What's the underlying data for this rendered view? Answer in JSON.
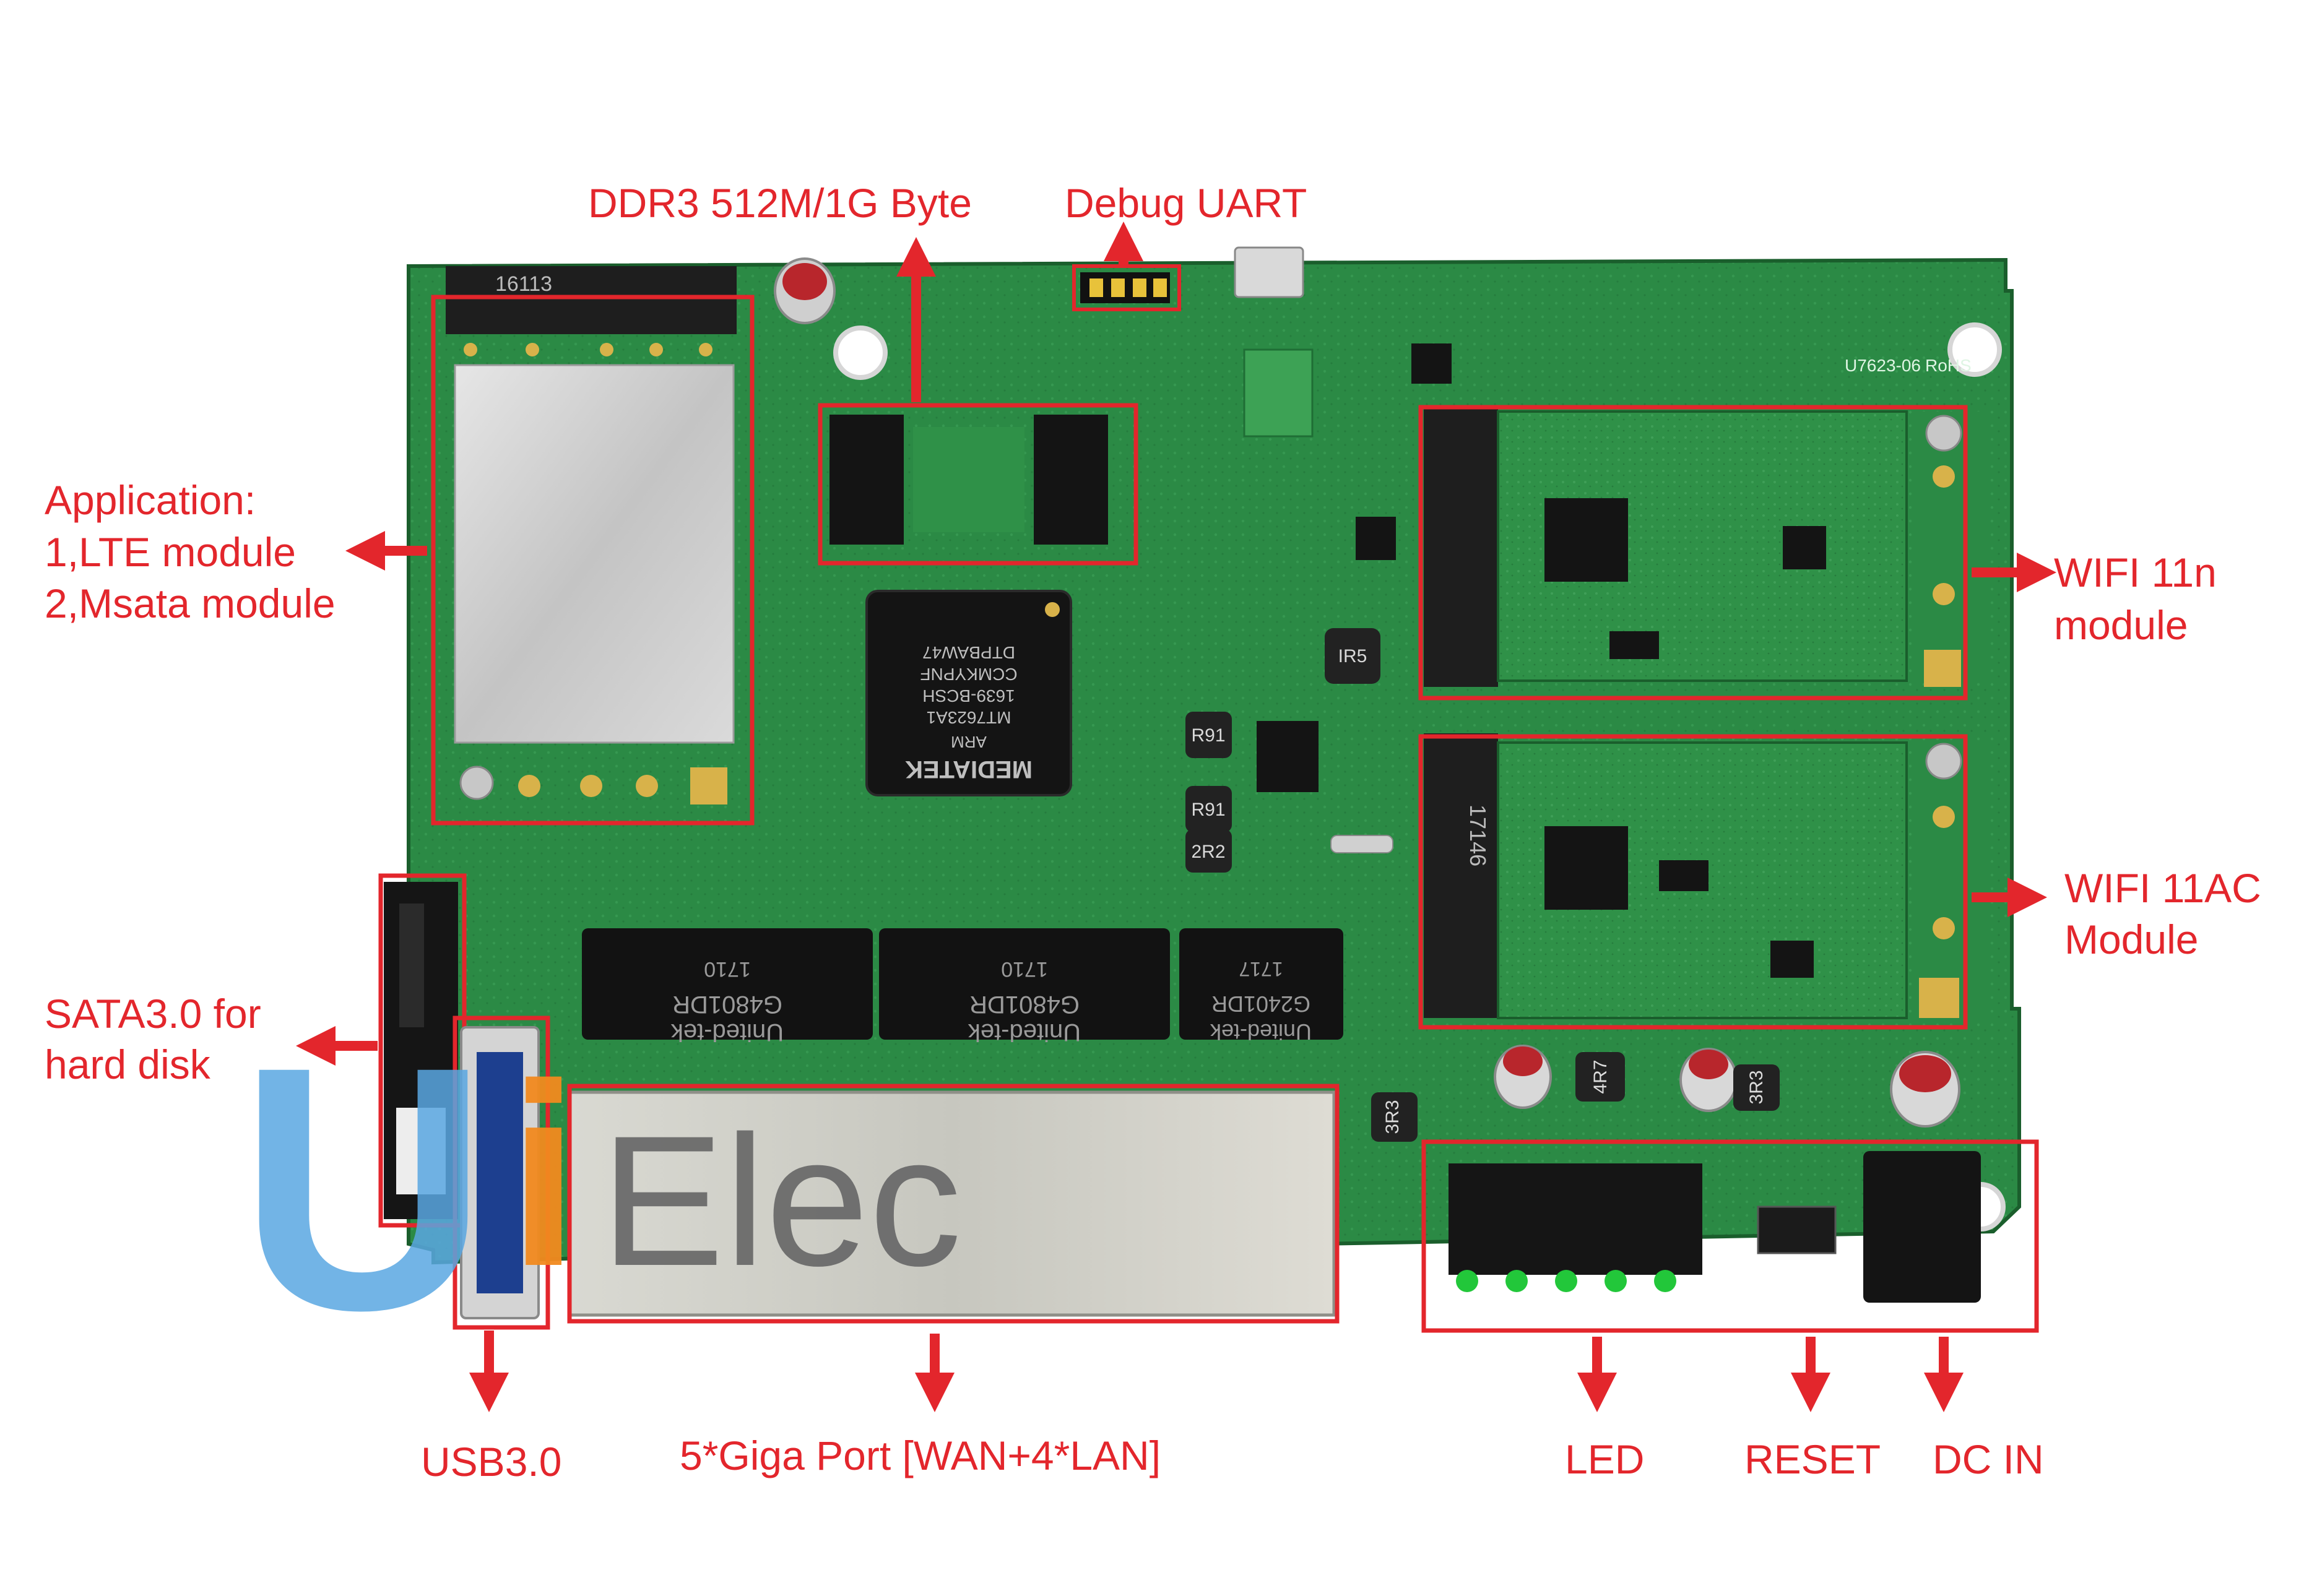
{
  "colors": {
    "annotation": "#e3262c",
    "pcb": "#2b8a45",
    "pcb_dark": "#1f6e35",
    "chip": "#141414",
    "gold": "#d8b24a",
    "shield": "#cfcfcf",
    "watermark_blue": "#5aa7e2",
    "watermark_orange": "#f28a1f",
    "watermark_gray": "#6b6b6b"
  },
  "callouts": {
    "ddr3": "DDR3 512M/1G Byte",
    "debug_uart": "Debug UART",
    "application_title": "Application:",
    "application_lte": "1,LTE module",
    "application_msata": "2,Msata module",
    "wifi_11n_line1": "WIFI 11n",
    "wifi_11n_line2": "module",
    "wifi_11ac_line1": "WIFI 11AC",
    "wifi_11ac_line2": "Module",
    "sata_line1": "SATA3.0 for",
    "sata_line2": "hard disk",
    "usb": "USB3.0",
    "giga_port": "5*Giga Port [WAN+4*LAN]",
    "led": "LED",
    "reset": "RESET",
    "dc_in": "DC IN"
  },
  "board_text": {
    "board_id": "U7623-06",
    "rohs": "RoHS",
    "soc_brand": "MEDIATEK",
    "soc_arm": "ARM",
    "soc_model": "MT7623A1",
    "soc_code": "1639-BCSH",
    "soc_lot": "CCMKYPNF",
    "soc_lot2": "DTPBAW47",
    "transformer_brand": "United-tek",
    "transformer_a": "G4801DR",
    "transformer_b": "G4801DR",
    "transformer_c": "G2401DR",
    "transformer_date_a": "1710",
    "transformer_date_b": "1710",
    "transformer_date_c": "1717",
    "inductor_1": "R91",
    "inductor_2": "R91",
    "inductor_3": "2R2",
    "inductor_4": "4R7",
    "inductor_5": "3R3",
    "inductor_6": "3R3",
    "inductor_7": "IR5",
    "module_label": "17146",
    "slot_label": "16113"
  },
  "watermark": {
    "u": "U",
    "i": "i",
    "elec": "Elec"
  }
}
